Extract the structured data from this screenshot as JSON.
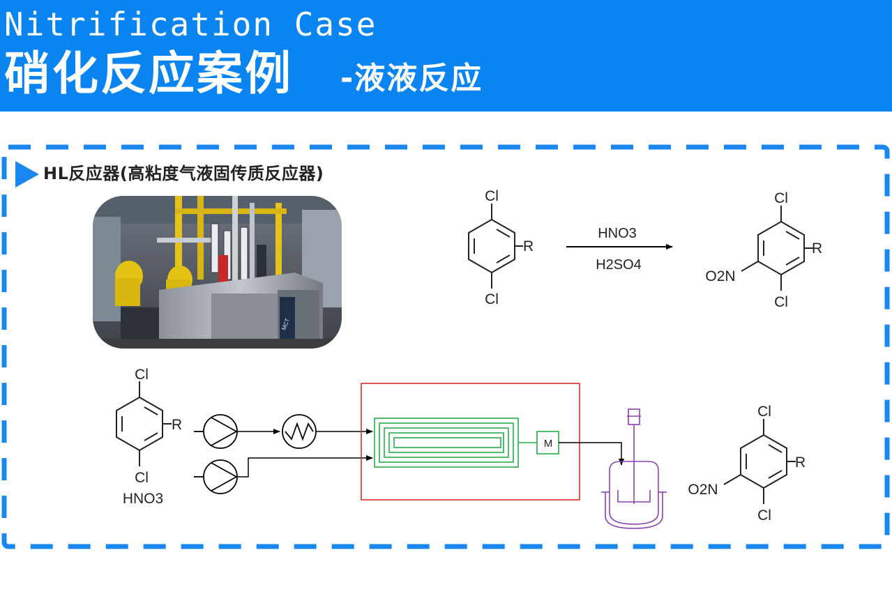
{
  "header": {
    "title_en": "Nitrification Case",
    "title_cn_main": "硝化反应案例",
    "title_cn_sub": "-液液反应"
  },
  "section": {
    "title": "HL反应器(高粘度气液固传质反应器)"
  },
  "photo": {
    "badge": "MCT"
  },
  "reaction": {
    "reactant": {
      "top": "Cl",
      "bottom": "Cl",
      "substituent": "R"
    },
    "reagent_top": "HNO3",
    "reagent_bottom": "H2SO4",
    "product": {
      "top": "Cl",
      "bottom": "Cl",
      "substituent": "R",
      "nitro": "O2N"
    }
  },
  "flow": {
    "feed": {
      "top": "Cl",
      "bottom": "Cl",
      "substituent": "R",
      "acid": "HNO3"
    },
    "mixer_label": "M",
    "product": {
      "top": "Cl",
      "bottom": "Cl",
      "substituent": "R",
      "nitro": "O2N"
    }
  },
  "colors": {
    "header_bg": "#0a84f0",
    "dash_border": "#1a86f0",
    "reactor_box": "#d62c2c",
    "coil": "#2aa84a",
    "vessel": "#8a3fb0"
  }
}
